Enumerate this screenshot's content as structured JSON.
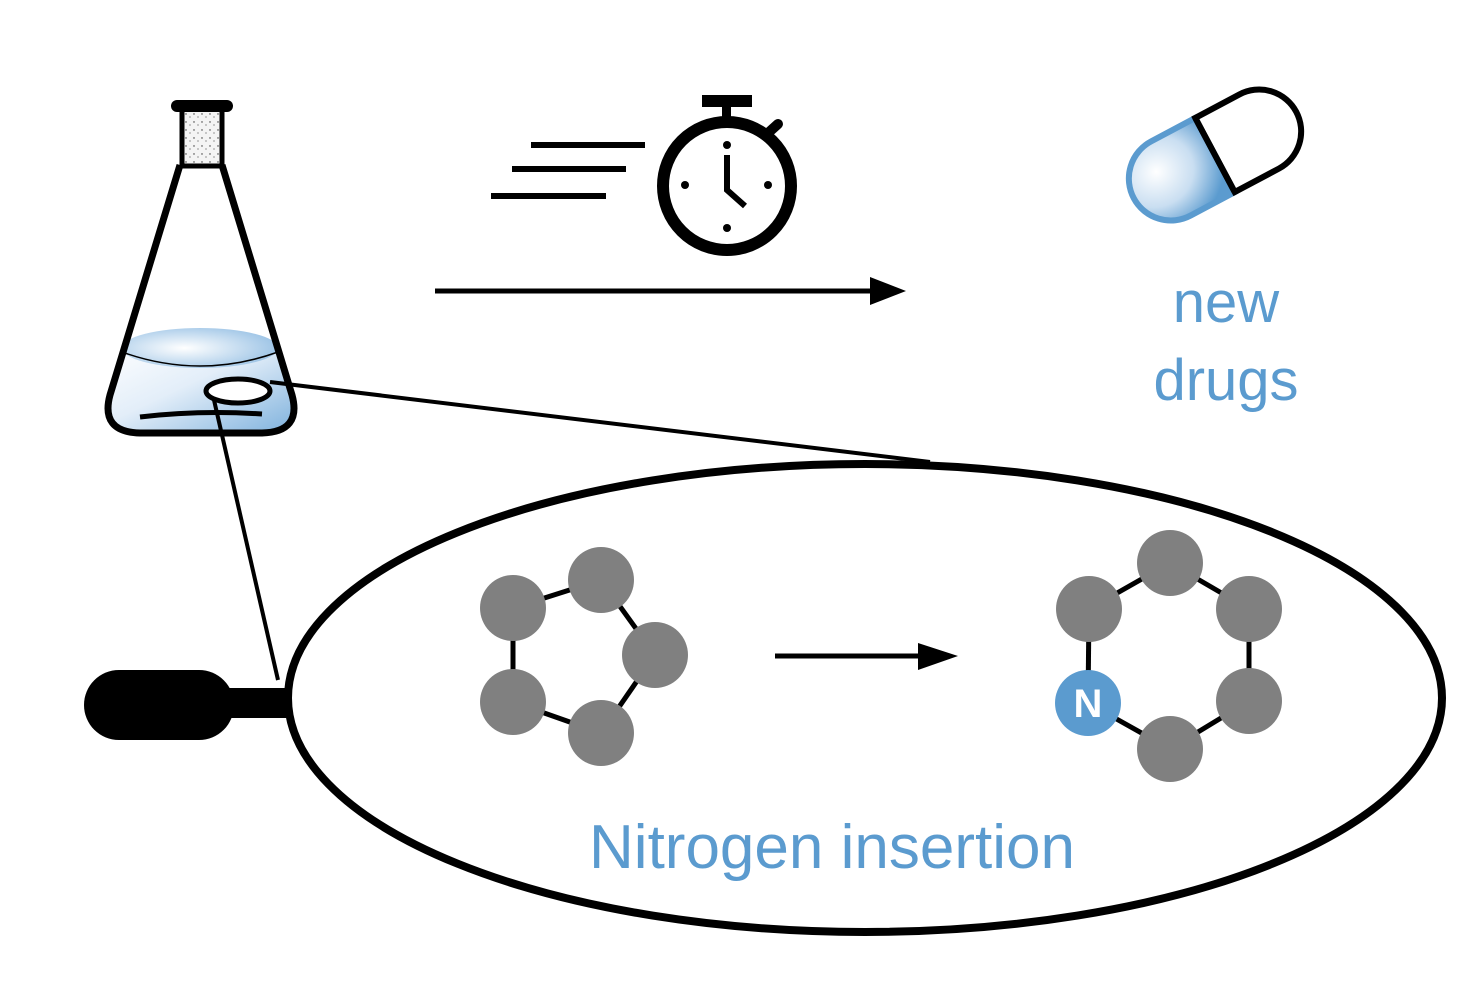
{
  "diagram": {
    "title": "Fast nitrogen insertion in flask leading to new drugs",
    "colors": {
      "accent_blue": "#5b9bcf",
      "atom_gray": "#808080",
      "ink": "#000000",
      "liquid_light": "#e8f2fb",
      "liquid_dark": "#7fb2dd"
    },
    "labels": {
      "product": [
        "new",
        "drugs"
      ],
      "process": "Nitrogen insertion",
      "nitrogen_atom": "N"
    },
    "icons": {
      "flask": "erlenmeyer-flask-icon",
      "stopwatch": "stopwatch-icon",
      "speed_lines": "speed-lines-icon",
      "pill": "capsule-pill-icon",
      "magnifier": "magnifying-glass-icon"
    },
    "molecules": {
      "reactant": {
        "ring_size": 5,
        "atoms": [
          "C",
          "C",
          "C",
          "C",
          "C"
        ],
        "description": "five-membered ring"
      },
      "product": {
        "ring_size": 6,
        "atoms": [
          "C",
          "C",
          "C",
          "C",
          "N",
          "C"
        ],
        "description": "six-membered ring with nitrogen"
      }
    },
    "arrows": {
      "top": "reaction-arrow",
      "inner": "ring-expansion-arrow"
    }
  }
}
